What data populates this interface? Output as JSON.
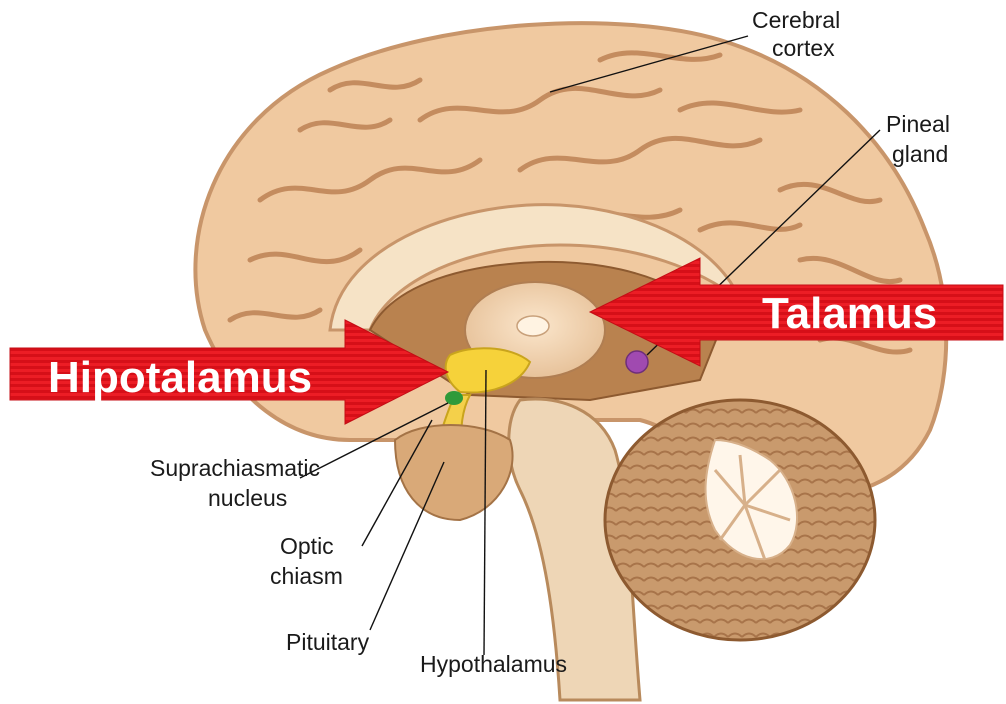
{
  "labels": {
    "cerebral_cortex": [
      "Cerebral",
      "cortex"
    ],
    "pineal_gland": [
      "Pineal",
      "gland"
    ],
    "suprachiasmatic_nucleus": [
      "Suprachiasmatic",
      "nucleus"
    ],
    "optic_chiasm": [
      "Optic",
      "chiasm"
    ],
    "pituitary": "Pituitary",
    "hypothalamus": "Hypothalamus"
  },
  "arrows": {
    "left": "Hipotalamus",
    "right": "Talamus"
  },
  "colors": {
    "arrow_red": "#e8101a",
    "brain_tan": "#f0c9a0",
    "hypothalamus_yellow": "#f6d23a",
    "pineal_purple": "#a04ab0",
    "scn_green": "#2f9a3a"
  }
}
